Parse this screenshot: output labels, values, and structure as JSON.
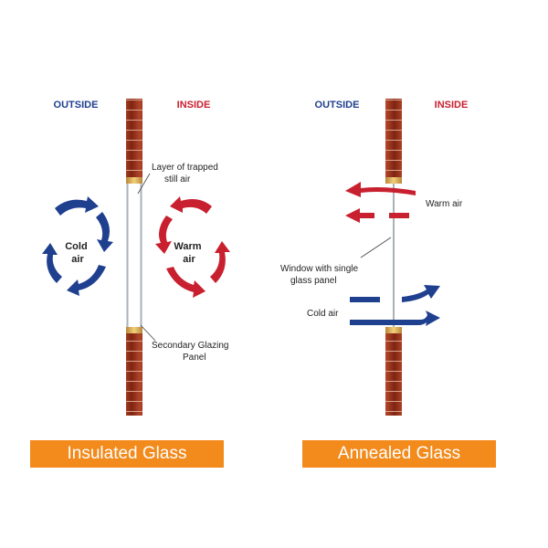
{
  "left_panel": {
    "outside_label": "OUTSIDE",
    "inside_label": "INSIDE",
    "cold_air_label": [
      "Cold",
      "air"
    ],
    "warm_air_label": [
      "Warm",
      "air"
    ],
    "trapped_air_label": [
      "Layer of trapped",
      "still air"
    ],
    "secondary_panel_label": [
      "Secondary Glazing",
      "Panel"
    ],
    "title": "Insulated Glass"
  },
  "right_panel": {
    "outside_label": "OUTSIDE",
    "inside_label": "INSIDE",
    "warm_air_label": "Warm air",
    "single_panel_label": [
      "Window with single",
      "glass panel"
    ],
    "cold_air_label": "Cold air",
    "title": "Annealed Glass"
  },
  "colors": {
    "outside_blue": "#1f3f8f",
    "inside_red": "#c8202f",
    "brick": "#a0361e",
    "banner_orange": "#f28a1c"
  }
}
